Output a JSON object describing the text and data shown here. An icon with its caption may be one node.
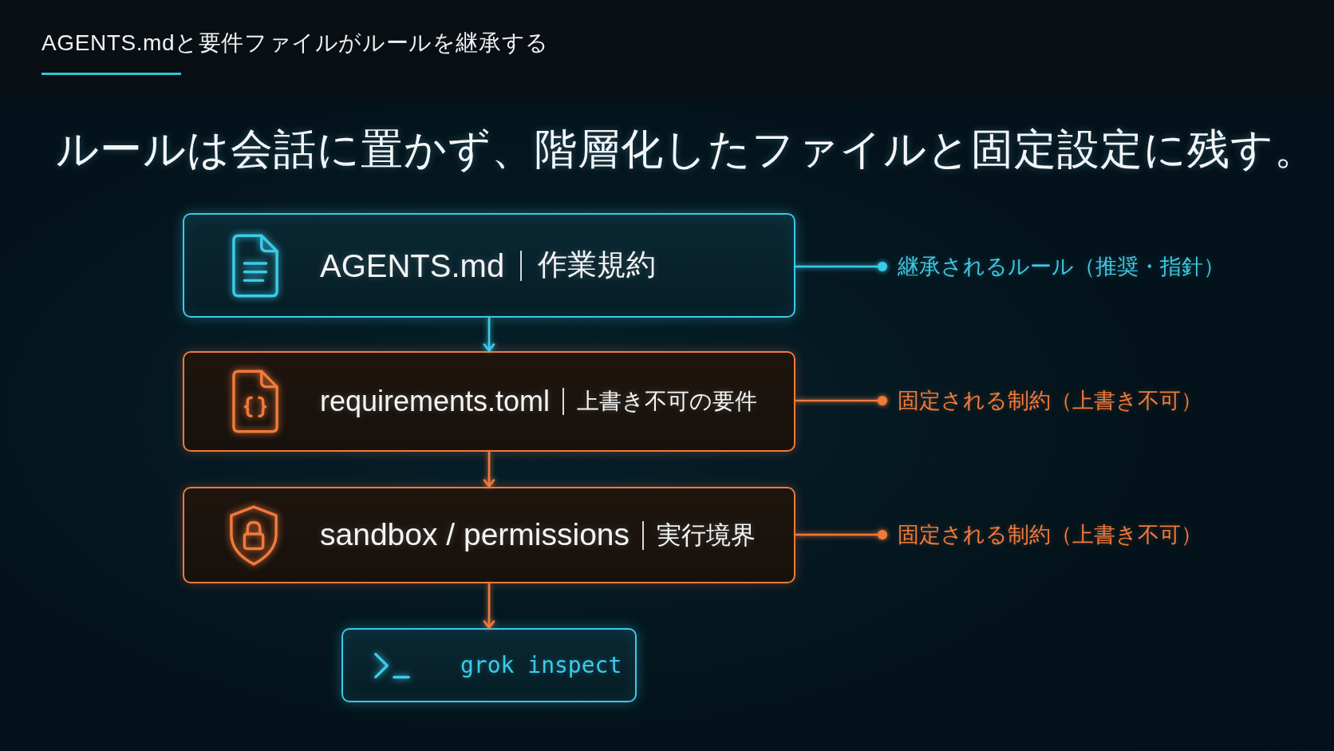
{
  "diagram": {
    "title": "ルールは会話に置かず、階層化したファイルと固定設定に残す。",
    "nodes": [
      {
        "text": [
          "AGENTS.md",
          "作業規約"
        ]
      },
      {
        "text": [
          "requirements.toml",
          "上書き不可の要件"
        ]
      },
      {
        "text": [
          "sandbox / permissions",
          "実行境界"
        ]
      },
      {
        "text": [
          "grok inspect"
        ]
      },
      {
        "text": [
          "継承されるルール（推奨・指針）"
        ]
      },
      {
        "text": [
          "固定される制約（上書き不可）"
        ]
      },
      {
        "text": [
          "固定される制約（上書き不可）"
        ]
      }
    ],
    "edges": [
      {
        "from": 0,
        "to": 1,
        "arrow": "to",
        "color": "#3ccbe8"
      },
      {
        "from": 1,
        "to": 2,
        "arrow": "to"
      },
      {
        "from": 2,
        "to": 3,
        "arrow": "to"
      },
      {
        "from": 0,
        "to": 4,
        "arrow": "other",
        "color": "#3ccbe8"
      },
      {
        "from": 1,
        "to": 5,
        "arrow": "other"
      },
      {
        "from": 2,
        "to": 6,
        "arrow": "other"
      }
    ],
    "labels": [
      "AGENTS.mdと要件ファイルがルールを継承する"
    ]
  }
}
